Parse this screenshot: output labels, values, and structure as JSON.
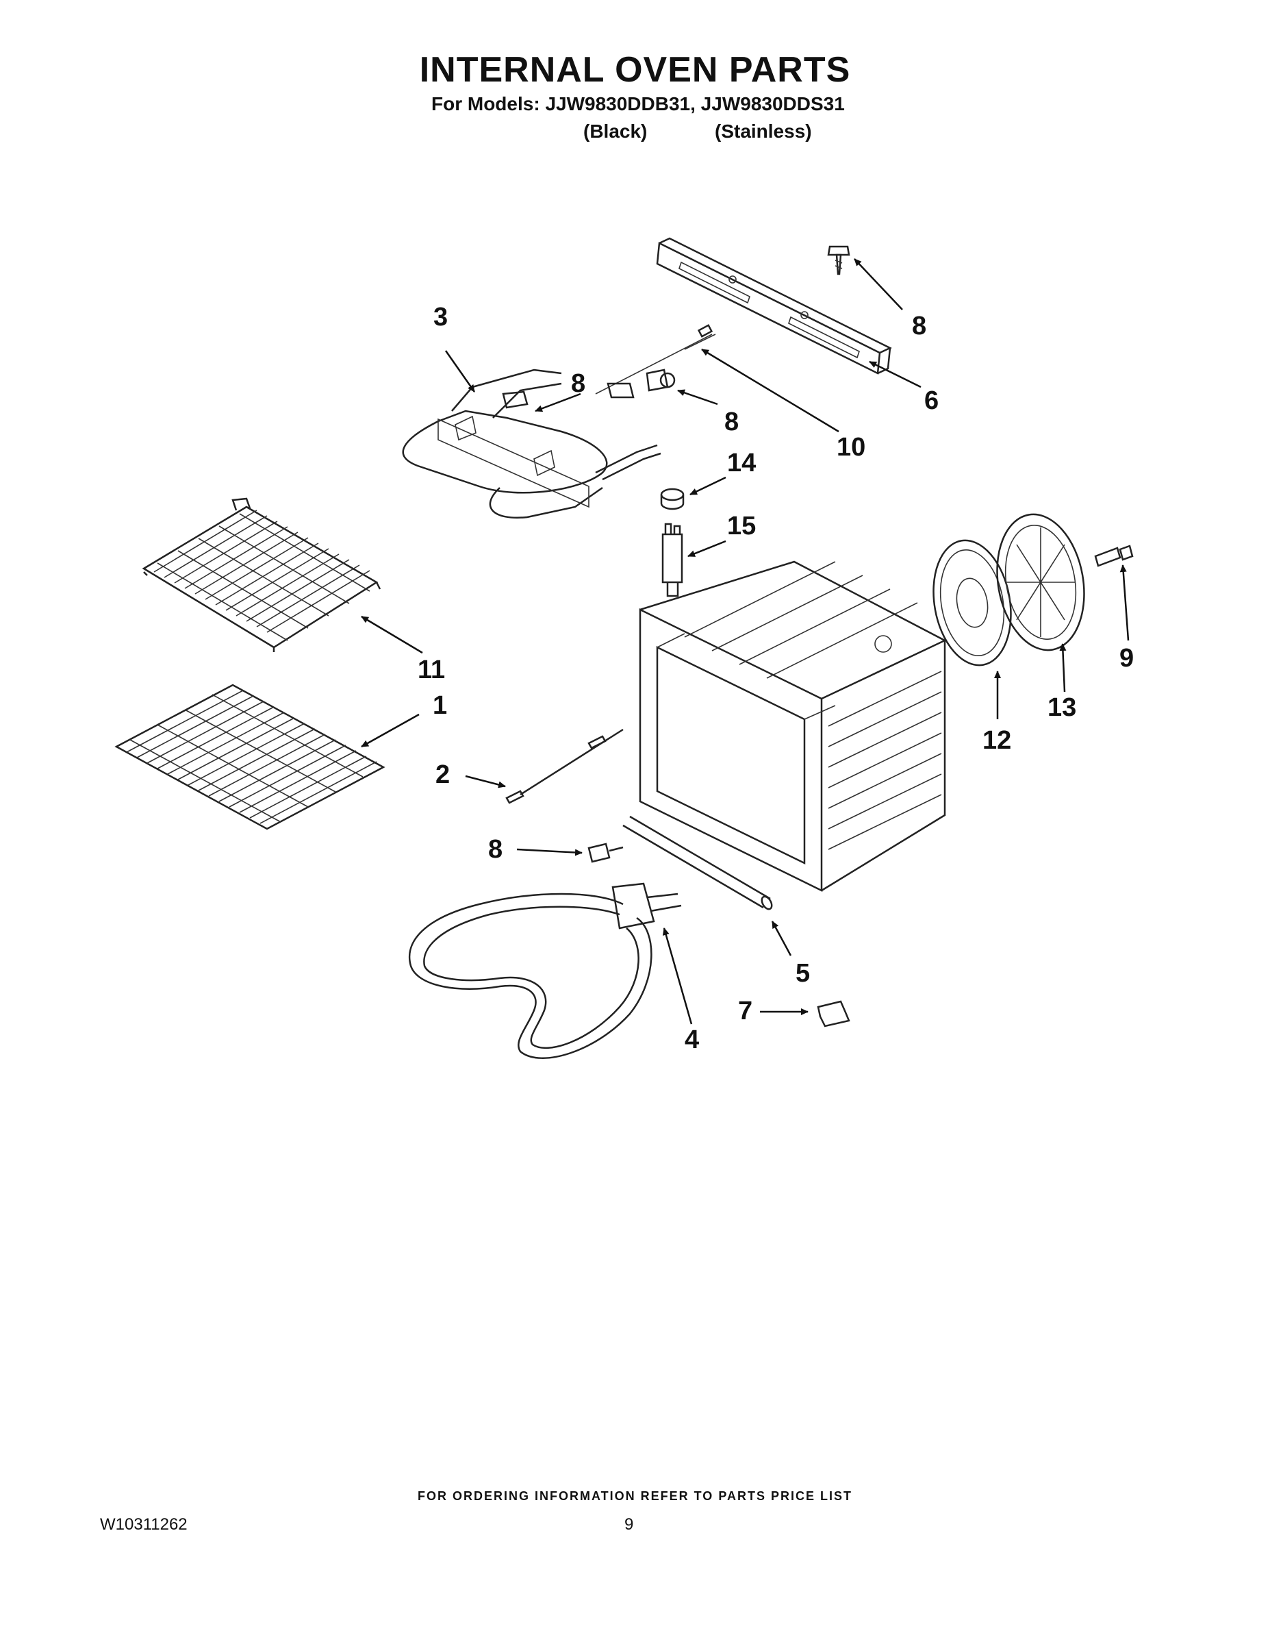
{
  "header": {
    "title": "INTERNAL OVEN PARTS",
    "models_line": "For Models: JJW9830DDB31, JJW9830DDS31",
    "variant_black": "(Black)",
    "variant_stainless": "(Stainless)"
  },
  "callouts": {
    "c1": "1",
    "c2": "2",
    "c3": "3",
    "c4": "4",
    "c5": "5",
    "c6": "6",
    "c7": "7",
    "c8a": "8",
    "c8b": "8",
    "c8c": "8",
    "c8d": "8",
    "c9": "9",
    "c10": "10",
    "c11": "11",
    "c12": "12",
    "c13": "13",
    "c14": "14",
    "c15": "15"
  },
  "footer": {
    "ordering_note": "FOR ORDERING INFORMATION REFER TO PARTS PRICE LIST",
    "document_number": "W10311262",
    "page_number": "9"
  }
}
